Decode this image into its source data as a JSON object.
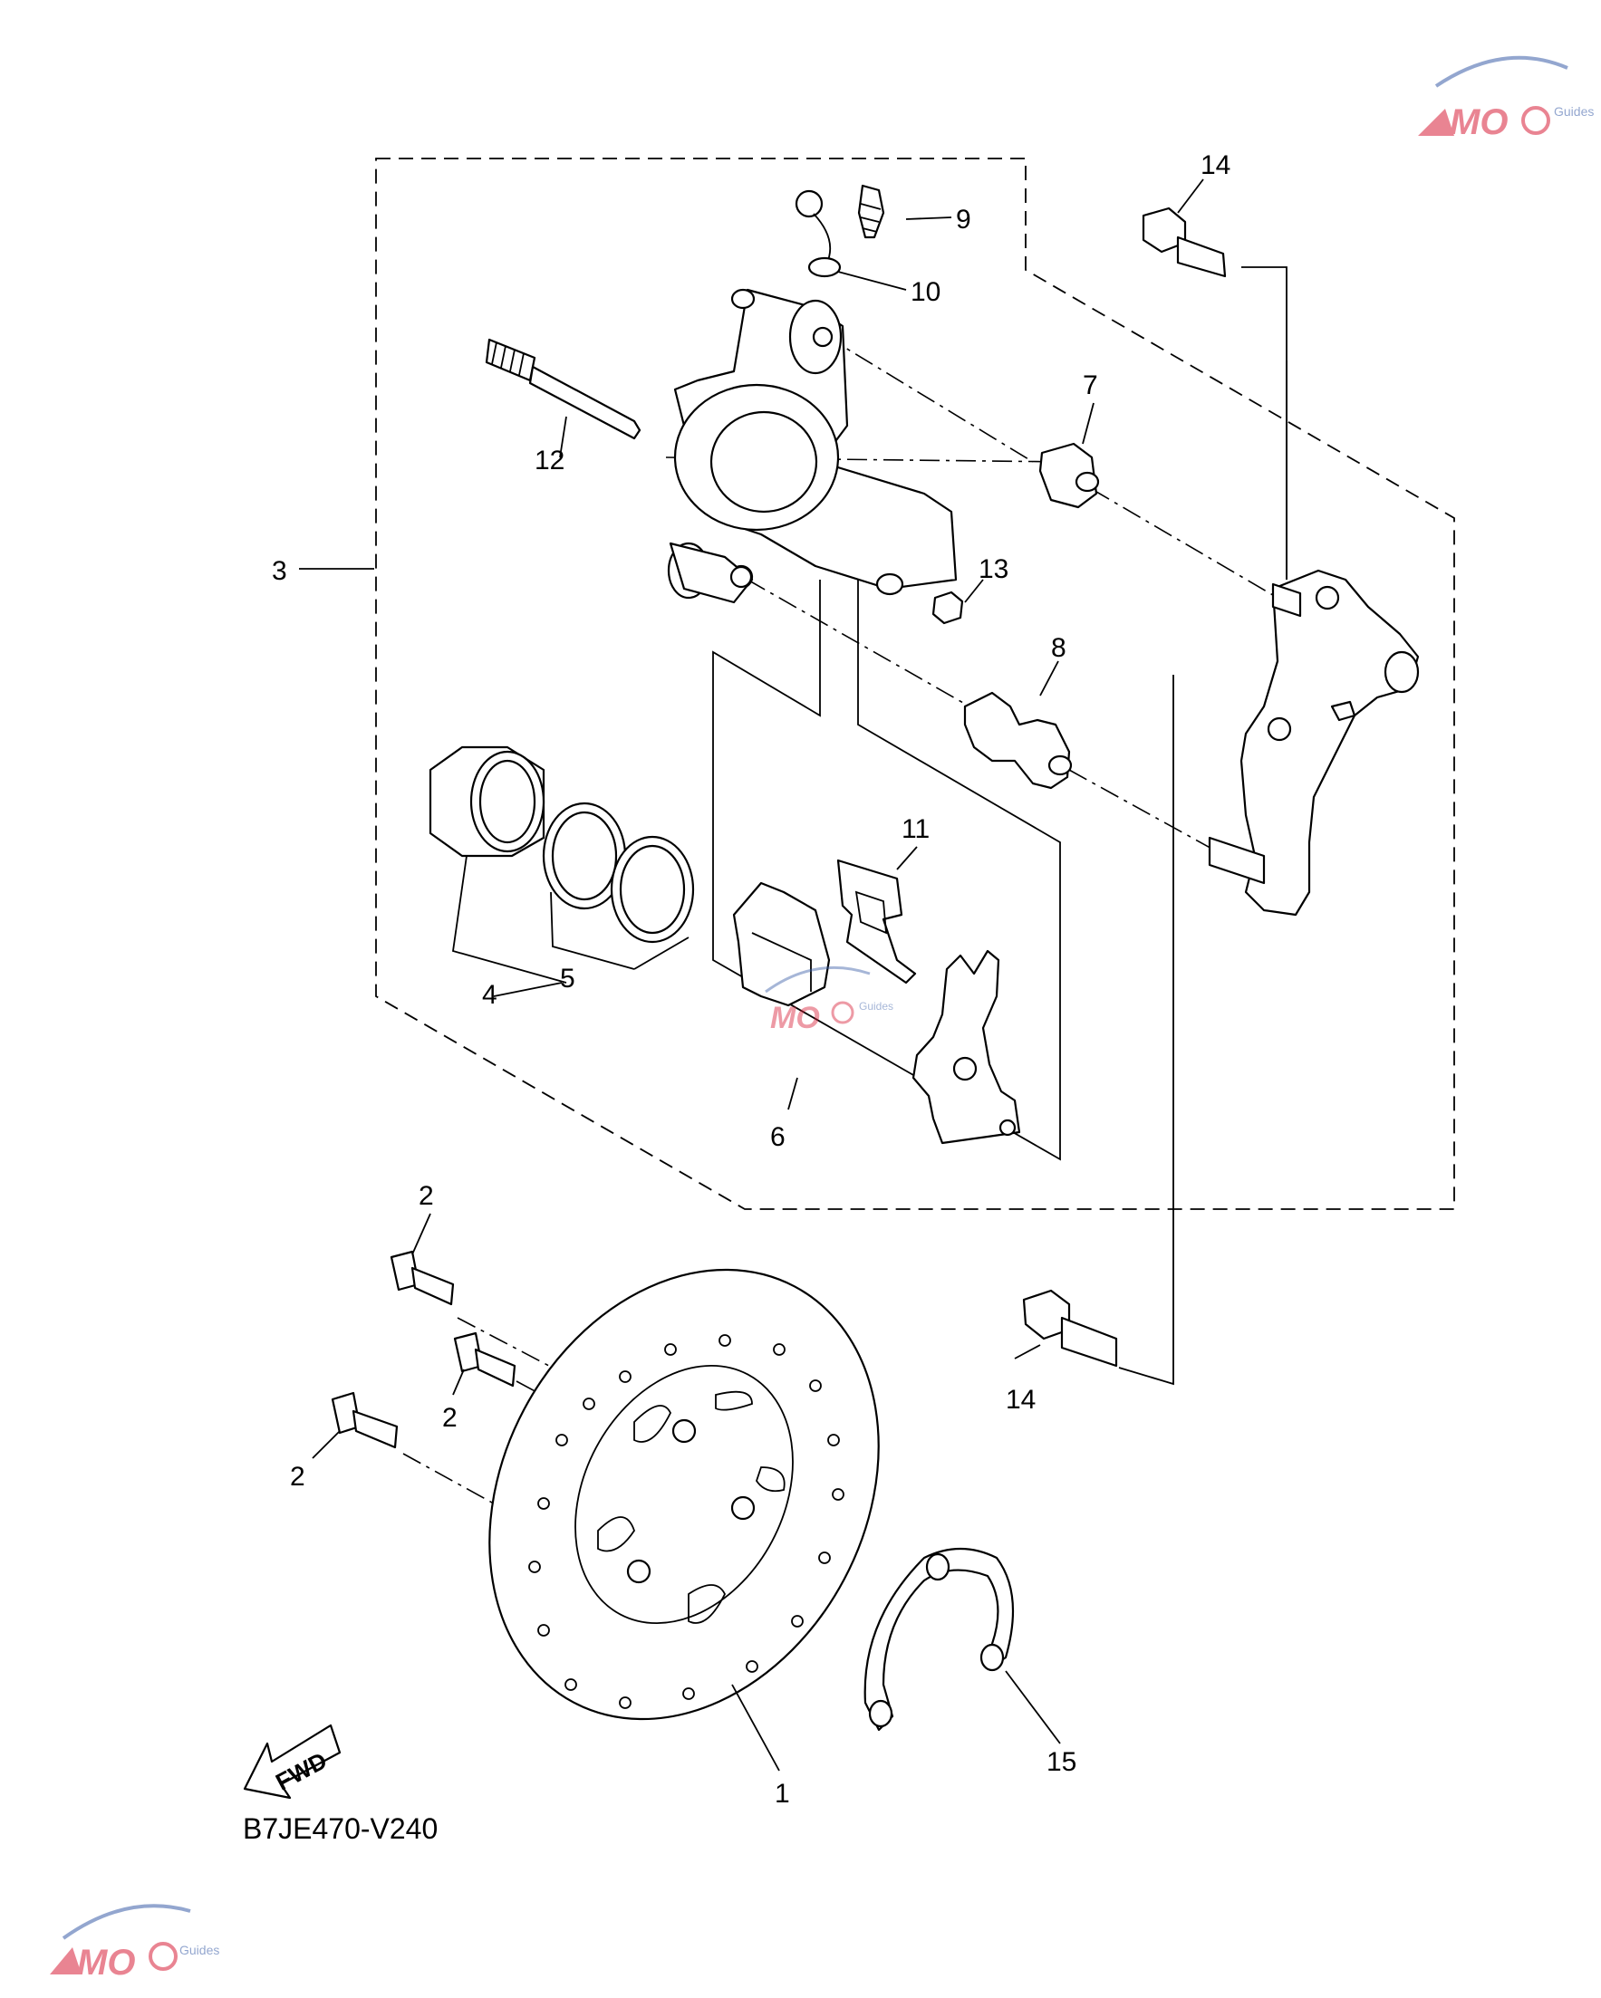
{
  "diagram": {
    "code": "B7JE470-V240",
    "fwd_label": "FWD",
    "watermark": {
      "brand": "MOTO",
      "sub": "Guides",
      "accent": "#d8213a",
      "accent2": "#3b5fa8"
    },
    "callouts": {
      "p1": "1",
      "p2a": "2",
      "p2b": "2",
      "p2c": "2",
      "p3": "3",
      "p4": "4",
      "p5": "5",
      "p6": "6",
      "p7": "7",
      "p8": "8",
      "p9": "9",
      "p10": "10",
      "p11": "11",
      "p12": "12",
      "p13": "13",
      "p14a": "14",
      "p14b": "14",
      "p15": "15"
    }
  }
}
